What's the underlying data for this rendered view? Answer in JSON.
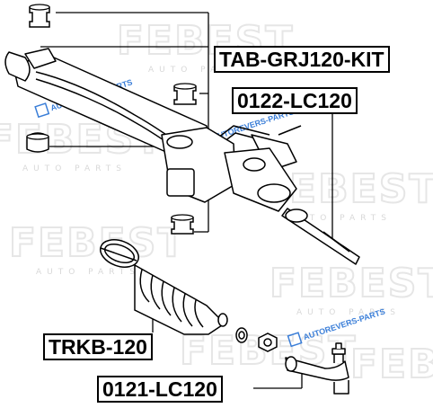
{
  "watermark": {
    "brand": "FEBEST",
    "sub": "AUTO PARTS",
    "site": "AUTOREVERS-PARTS"
  },
  "labels": {
    "kit": "TAB-GRJ120-KIT",
    "rack": "0122-LC120",
    "boot": "TRKB-120",
    "tie_rod_end": "0121-LC120"
  }
}
